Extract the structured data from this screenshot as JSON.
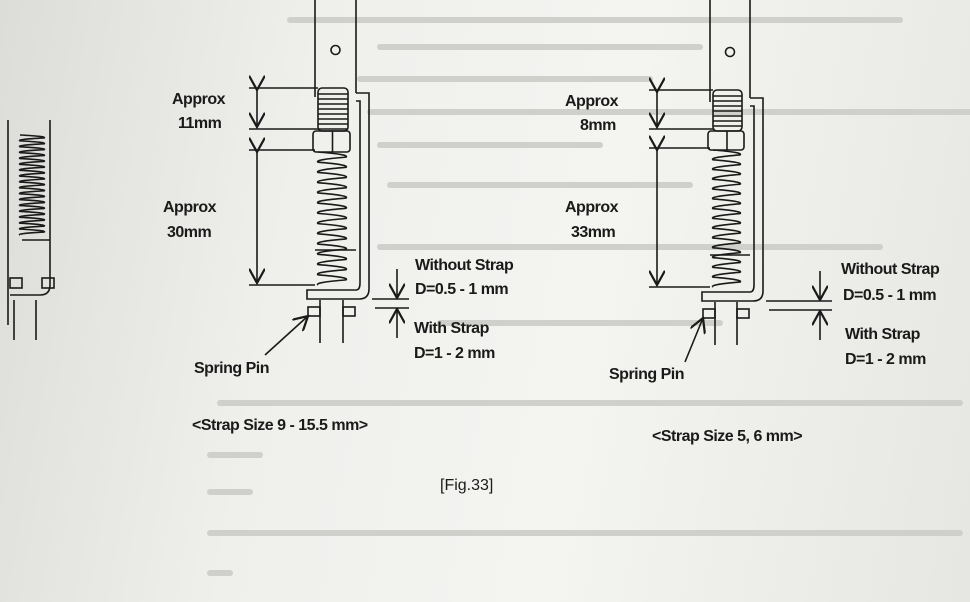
{
  "figure": {
    "caption": "[Fig.33]",
    "left_assembly": {
      "top_dim": [
        "Approx",
        "11mm"
      ],
      "spring_dim": [
        "Approx",
        "30mm"
      ],
      "without_strap": [
        "Without Strap",
        "D=0.5 - 1 mm"
      ],
      "with_strap": [
        "With Strap",
        "D=1 - 2 mm"
      ],
      "pin_label": "Spring Pin",
      "strap_size": "<Strap Size 9 - 15.5 mm>"
    },
    "right_assembly": {
      "top_dim": [
        "Approx",
        "8mm"
      ],
      "spring_dim": [
        "Approx",
        "33mm"
      ],
      "without_strap": [
        "Without Strap",
        "D=0.5 - 1 mm"
      ],
      "with_strap": [
        "With Strap",
        "D=1 - 2 mm"
      ],
      "pin_label": "Spring Pin",
      "strap_size": "<Strap Size 5, 6 mm>"
    }
  }
}
